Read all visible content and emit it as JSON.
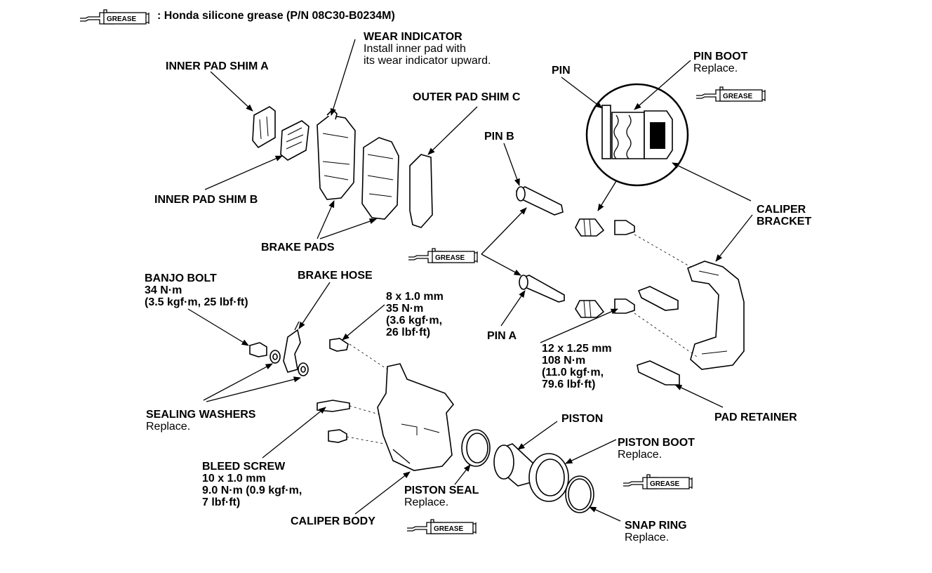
{
  "legend": {
    "text": ": Honda silicone grease (P/N 08C30-B0234M)",
    "icon_text": "GREASE"
  },
  "labels": {
    "wear_indicator": {
      "title": "WEAR INDICATOR",
      "l1": "Install inner pad with",
      "l2": "its wear indicator upward."
    },
    "inner_pad_shim_a": {
      "title": "INNER PAD SHIM A"
    },
    "outer_pad_shim_c": {
      "title": "OUTER PAD SHIM C"
    },
    "inner_pad_shim_b": {
      "title": "INNER PAD SHIM B"
    },
    "brake_pads": {
      "title": "BRAKE PADS"
    },
    "pin": {
      "title": "PIN"
    },
    "pin_boot": {
      "title": "PIN BOOT",
      "note": "Replace."
    },
    "pin_b": {
      "title": "PIN B"
    },
    "pin_a": {
      "title": "PIN A"
    },
    "caliper_bracket": {
      "l1": "CALIPER",
      "l2": "BRACKET"
    },
    "banjo_bolt": {
      "title": "BANJO BOLT",
      "l1": "34 N·m",
      "l2": "(3.5 kgf·m, 25 lbf·ft)"
    },
    "brake_hose": {
      "title": "BRAKE HOSE"
    },
    "bolt_8": {
      "l1": "8 x 1.0 mm",
      "l2": "35 N·m",
      "l3": "(3.6 kgf·m,",
      "l4": "26 lbf·ft)"
    },
    "bolt_12": {
      "l1": "12 x 1.25 mm",
      "l2": "108 N·m",
      "l3": "(11.0 kgf·m,",
      "l4": "79.6 lbf·ft)"
    },
    "sealing_washers": {
      "title": "SEALING WASHERS",
      "note": "Replace."
    },
    "pad_retainer": {
      "title": "PAD RETAINER"
    },
    "piston": {
      "title": "PISTON"
    },
    "piston_boot": {
      "title": "PISTON BOOT",
      "note": "Replace."
    },
    "bleed_screw": {
      "title": "BLEED SCREW",
      "l1": "10 x 1.0 mm",
      "l2": "9.0 N·m (0.9 kgf·m,",
      "l3": "7 lbf·ft)"
    },
    "piston_seal": {
      "title": "PISTON SEAL",
      "note": "Replace."
    },
    "caliper_body": {
      "title": "CALIPER BODY"
    },
    "snap_ring": {
      "title": "SNAP RING",
      "note": "Replace."
    }
  }
}
